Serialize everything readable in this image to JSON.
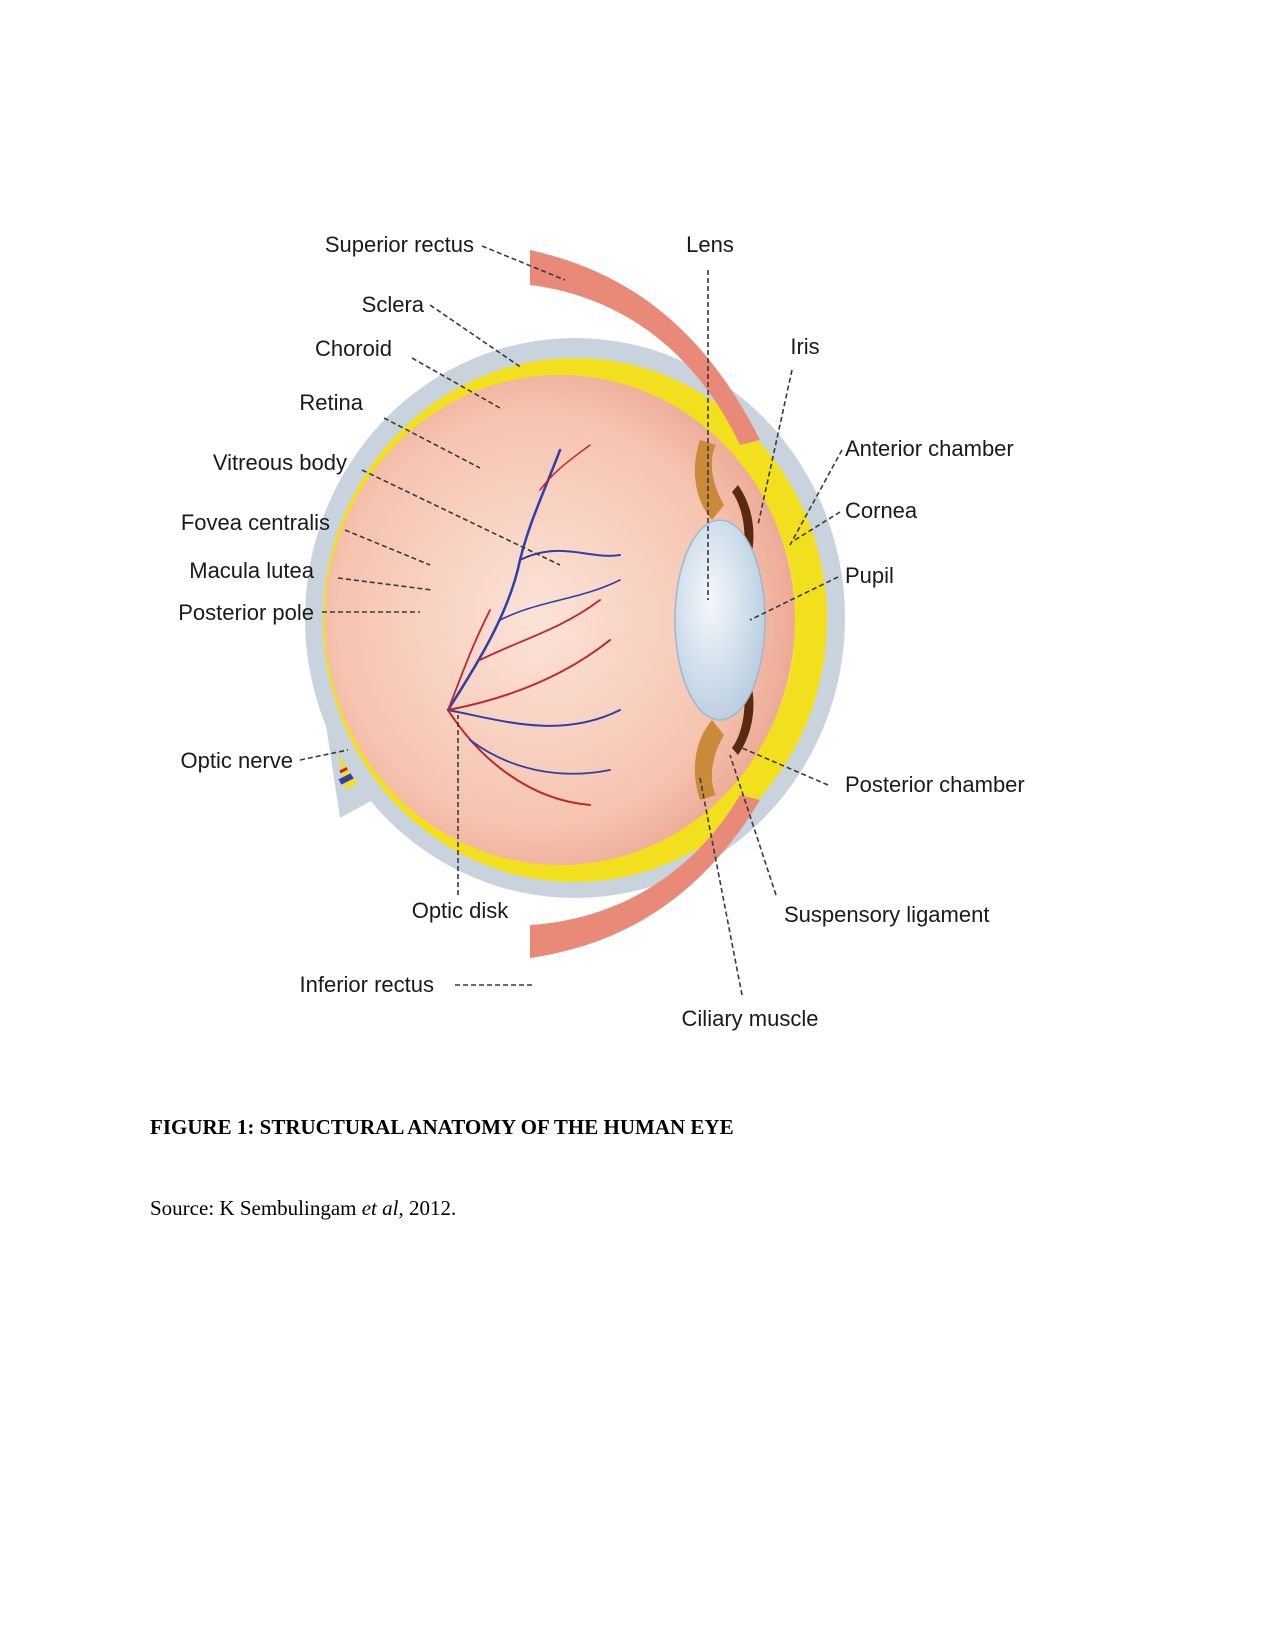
{
  "figure": {
    "labels": {
      "superior_rectus": "Superior rectus",
      "sclera": "Sclera",
      "choroid": "Choroid",
      "retina": "Retina",
      "vitreous_body": "Vitreous body",
      "fovea_centralis": "Fovea centralis",
      "macula_lutea": "Macula lutea",
      "posterior_pole": "Posterior pole",
      "optic_nerve": "Optic nerve",
      "optic_disk": "Optic disk",
      "inferior_rectus": "Inferior rectus",
      "lens": "Lens",
      "iris": "Iris",
      "anterior_chamber": "Anterior chamber",
      "cornea": "Cornea",
      "pupil": "Pupil",
      "posterior_chamber": "Posterior chamber",
      "suspensory_ligament": "Suspensory ligament",
      "ciliary_muscle": "Ciliary muscle"
    },
    "colors": {
      "sclera": "#c9d3dd",
      "choroid": "#f2e01f",
      "retina": "#f6c6b4",
      "muscle": "#e98a78",
      "lens": "#dce8f2",
      "aqueous": "#f8f2a6",
      "artery": "#c0262c",
      "vein": "#2f3fa5"
    }
  },
  "caption": "FIGURE 1: STRUCTURAL ANATOMY OF THE HUMAN EYE",
  "source": {
    "prefix": "Source:  K Sembulingam ",
    "italic": "et al",
    "suffix": ", 2012."
  }
}
